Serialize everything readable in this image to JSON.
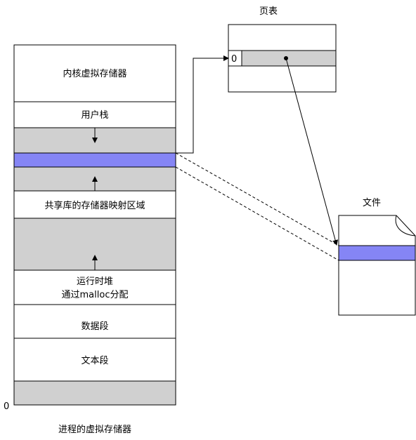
{
  "memory": {
    "caption": "进程的虚拟存储器",
    "zero_label": "0",
    "segments": [
      {
        "key": "kernel",
        "label": "内核虚拟存储器"
      },
      {
        "key": "user_stack",
        "label": "用户栈"
      },
      {
        "key": "shared_region",
        "label": "共享库的存储器映射区域"
      },
      {
        "key": "heap_line1",
        "label": "运行时堆"
      },
      {
        "key": "heap_line2",
        "label": "通过malloc分配"
      },
      {
        "key": "data",
        "label": "数据段"
      },
      {
        "key": "text",
        "label": "文本段"
      }
    ]
  },
  "page_table": {
    "title": "页表",
    "entry_index": "0"
  },
  "file": {
    "title": "文件"
  },
  "colors": {
    "gray_fill": "#d0d0d0",
    "mapped_fill": "#8585f5",
    "stroke": "#000000"
  }
}
